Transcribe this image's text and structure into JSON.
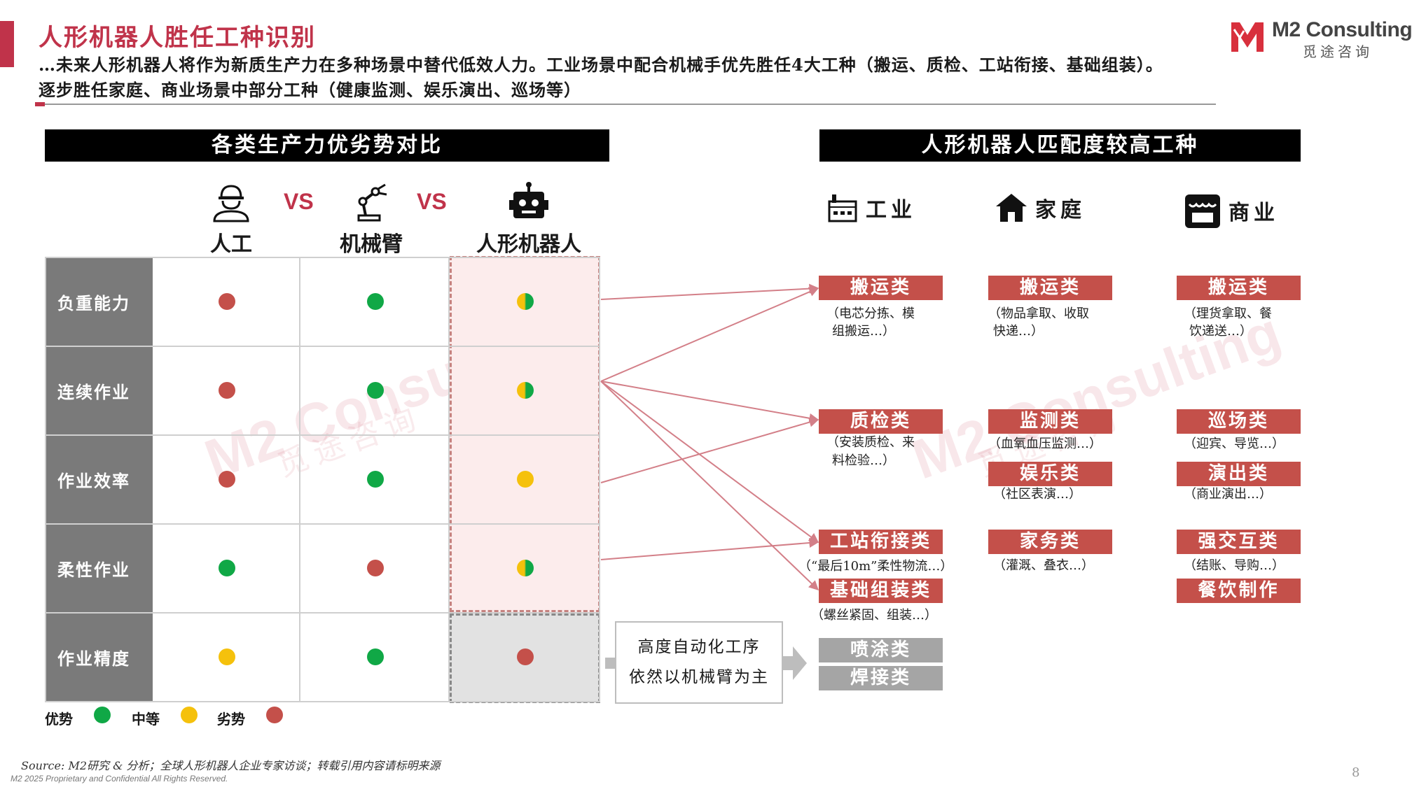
{
  "header": {
    "title": "人形机器人胜任工种识别",
    "subtitle": "…未来人形机器人将作为新质生产力在多种场景中替代低效人力。工业场景中配合机械手优先胜任4大工种（搬运、质检、工站衔接、基础组装）。逐步胜任家庭、商业场景中部分工种（健康监测、娱乐演出、巡场等）"
  },
  "logo": {
    "name": "M2 Consulting",
    "sub": "觅途咨询"
  },
  "left": {
    "heading": "各类生产力优劣势对比",
    "columns": [
      {
        "label": "人工",
        "icon": "worker-icon"
      },
      {
        "label": "机械臂",
        "icon": "robot-arm-icon"
      },
      {
        "label": "人形机器人",
        "icon": "robot-head-icon"
      }
    ],
    "vs": "VS",
    "rows": [
      {
        "label": "负重能力",
        "ratings": [
          "poor",
          "good",
          "mid-good"
        ]
      },
      {
        "label": "连续作业",
        "ratings": [
          "poor",
          "good",
          "mid-good"
        ]
      },
      {
        "label": "作业效率",
        "ratings": [
          "poor",
          "good",
          "mid"
        ]
      },
      {
        "label": "柔性作业",
        "ratings": [
          "good",
          "poor",
          "mid-good"
        ]
      },
      {
        "label": "作业精度",
        "ratings": [
          "mid",
          "good",
          "poor"
        ]
      }
    ],
    "legend": [
      {
        "label": "优势",
        "color": "#10a846"
      },
      {
        "label": "中等",
        "color": "#f5c10c"
      },
      {
        "label": "劣势",
        "color": "#c4504a"
      }
    ],
    "callout": {
      "line1": "高度自动化工序",
      "line2": "依然以机械臂为主"
    }
  },
  "right": {
    "heading": "人形机器人匹配度较高工种",
    "sectors": [
      {
        "label": "工业",
        "icon": "factory-icon"
      },
      {
        "label": "家庭",
        "icon": "house-icon"
      },
      {
        "label": "商业",
        "icon": "store-icon"
      }
    ],
    "industry": [
      {
        "tag": "搬运类",
        "note1": "（电芯分拣、模",
        "note2": "组搬运…）"
      },
      {
        "tag": "质检类",
        "note1": "（安装质检、来",
        "note2": "料检验…）"
      },
      {
        "tag": "工站衔接类",
        "note1": "（“最后10m”柔性物流…）"
      },
      {
        "tag": "基础组装类",
        "note1": "（螺丝紧固、组装…）"
      },
      {
        "tag": "喷涂类"
      },
      {
        "tag": "焊接类"
      }
    ],
    "home": [
      {
        "tag": "搬运类",
        "note1": "（物品拿取、收取",
        "note2": "快递…）"
      },
      {
        "tag": "监测类",
        "note1": "（血氧血压监测…）"
      },
      {
        "tag": "娱乐类",
        "note1": "（社区表演…）"
      },
      {
        "tag": "家务类",
        "note1": "（灌溉、叠衣…）"
      }
    ],
    "business": [
      {
        "tag": "搬运类",
        "note1": "（理货拿取、餐",
        "note2": "饮递送…）"
      },
      {
        "tag": "巡场类",
        "note1": "（迎宾、导览…）"
      },
      {
        "tag": "演出类",
        "note1": "（商业演出…）"
      },
      {
        "tag": "强交互类",
        "note1": "（结账、导购…）"
      },
      {
        "tag": "餐饮制作"
      }
    ]
  },
  "footer": {
    "source": "Source: M2研究 & 分析；全球人形机器人企业专家访谈；转载引用内容请标明来源",
    "copyright": "M2  2025 Proprietary and Confidential All Rights Reserved.",
    "page": "8"
  },
  "watermark": {
    "text": "M2 Consulting",
    "sub": "觅途咨询"
  }
}
